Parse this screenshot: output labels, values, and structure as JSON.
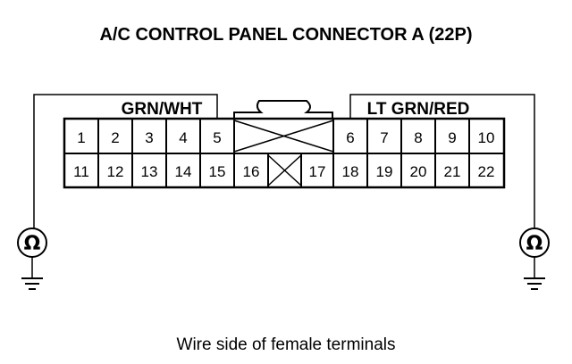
{
  "title": "A/C CONTROL PANEL CONNECTOR A (22P)",
  "wire_left": "GRN/WHT",
  "wire_right": "LT GRN/RED",
  "row1_left": [
    "1",
    "2",
    "3",
    "4",
    "5"
  ],
  "row1_right": [
    "6",
    "7",
    "8",
    "9",
    "10"
  ],
  "row2_left": [
    "11",
    "12",
    "13",
    "14",
    "15",
    "16"
  ],
  "row2_right": [
    "17",
    "18",
    "19",
    "20",
    "21",
    "22"
  ],
  "ohm_symbol": "Ω",
  "caption": "Wire side of female terminals",
  "icons": {
    "ohmmeter": "ohmmeter-icon",
    "ground": "ground-icon",
    "connector_lock": "connector-lock-tab-icon",
    "empty_cavity": "crossed-cavity-icon"
  }
}
